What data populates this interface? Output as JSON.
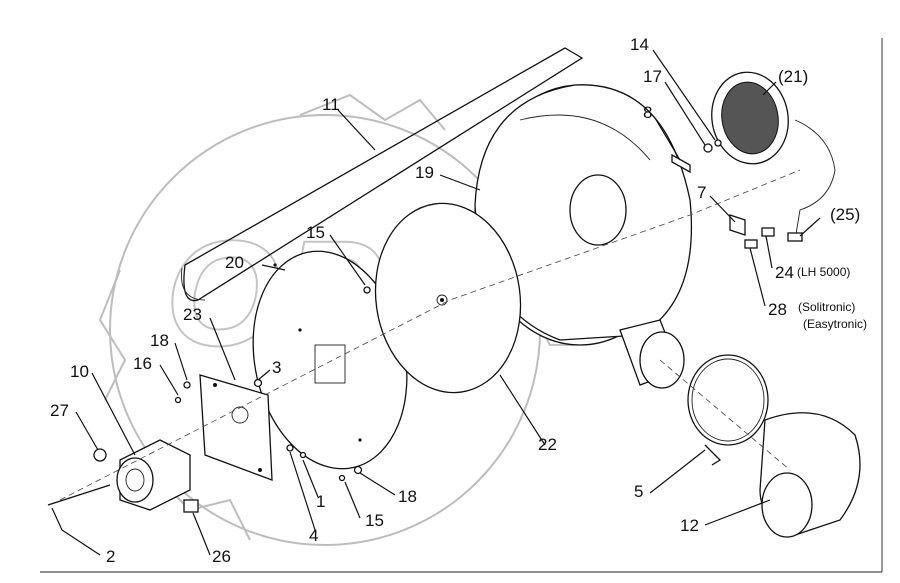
{
  "callouts": [
    {
      "id": "c11",
      "text": "11"
    },
    {
      "id": "c14",
      "text": "14"
    },
    {
      "id": "c17",
      "text": "17"
    },
    {
      "id": "c8",
      "text": "8"
    },
    {
      "id": "c21",
      "text": "(21)"
    },
    {
      "id": "c19",
      "text": "19"
    },
    {
      "id": "c7",
      "text": "7"
    },
    {
      "id": "c25",
      "text": "(25)"
    },
    {
      "id": "c15a",
      "text": "15"
    },
    {
      "id": "c24",
      "text": "24"
    },
    {
      "id": "c20",
      "text": "20"
    },
    {
      "id": "c28",
      "text": "28"
    },
    {
      "id": "c23",
      "text": "23"
    },
    {
      "id": "c18a",
      "text": "18"
    },
    {
      "id": "c16",
      "text": "16"
    },
    {
      "id": "c3",
      "text": "3"
    },
    {
      "id": "c10",
      "text": "10"
    },
    {
      "id": "c27",
      "text": "27"
    },
    {
      "id": "c22",
      "text": "22"
    },
    {
      "id": "c5",
      "text": "5"
    },
    {
      "id": "c1",
      "text": "1"
    },
    {
      "id": "c18b",
      "text": "18"
    },
    {
      "id": "c15b",
      "text": "15"
    },
    {
      "id": "c4",
      "text": "4"
    },
    {
      "id": "c12",
      "text": "12"
    },
    {
      "id": "c2",
      "text": "2"
    },
    {
      "id": "c26",
      "text": "26"
    }
  ],
  "notes": {
    "lh5000": "(LH 5000)",
    "solitronic": "(Solitronic)",
    "easytronic": "(Easytronic)"
  },
  "watermark": "OPEX",
  "colors": {
    "ink": "#111111",
    "watermark": "#bdbdbd",
    "background": "#ffffff"
  }
}
